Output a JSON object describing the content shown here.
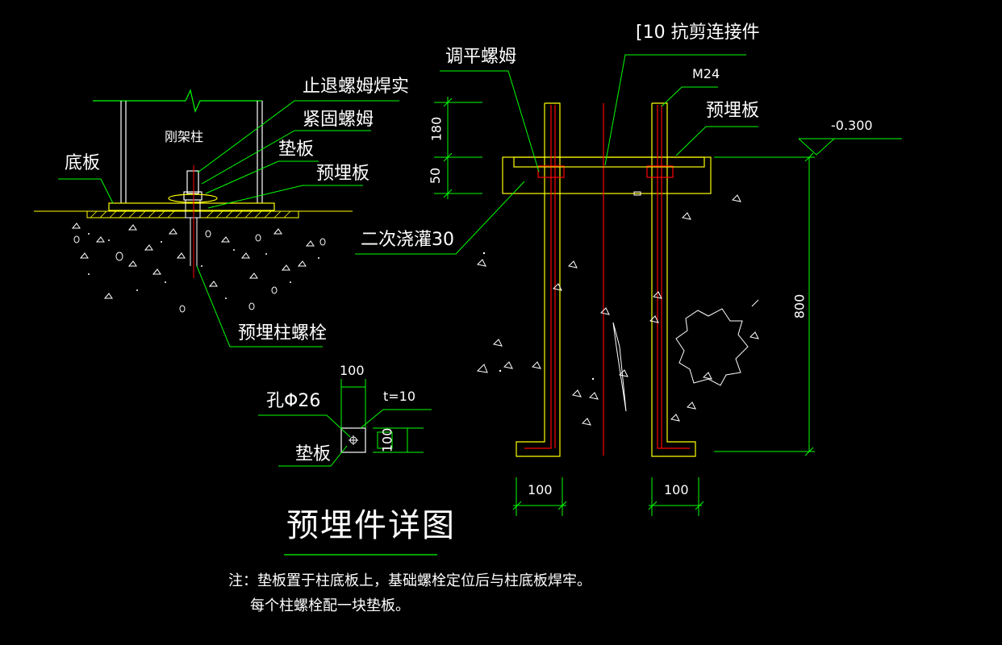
{
  "labels": {
    "zhituiluomu": "止退螺姆焊实",
    "jinguluomu": "紧固螺姆",
    "dianban_top": "垫板",
    "yumaiban_left": "预埋板",
    "diban": "底板",
    "gangjiazhu": "刚架柱",
    "yumaizhu_luoshuan": "预埋柱螺栓",
    "tiaoping_luomu": "调平螺姆",
    "kangjian": "[10  抗剪连接件",
    "m24": "M24",
    "yumaiban_right": "预埋板",
    "erci_jiaoguan": "二次浇灌30",
    "elevation": "-0.300",
    "kong": "孔Φ26",
    "dianban_bottom": "垫板",
    "t10": "t=10"
  },
  "dimensions": {
    "d180": "180",
    "d50": "50",
    "d800": "800",
    "d100_top": "100",
    "d100_side": "100",
    "d100_left": "100",
    "d100_right": "100"
  },
  "title": "预埋件详图",
  "notes": {
    "line1": "注：垫板置于柱底板上，基础螺栓定位后与柱底板焊牢。",
    "line2": "每个柱螺栓配一块垫板。"
  },
  "colors": {
    "background": "#000000",
    "green": "#00ff00",
    "yellow": "#ffff00",
    "red": "#ff0000",
    "white": "#ffffff"
  }
}
